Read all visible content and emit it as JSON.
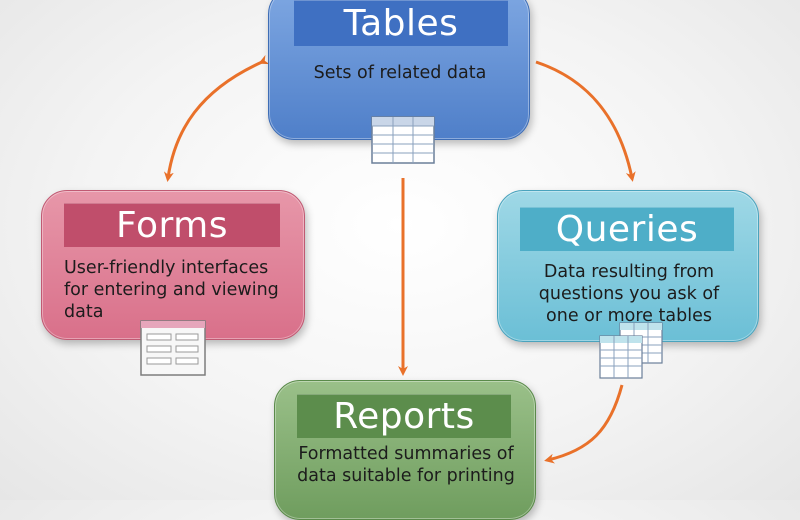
{
  "nodes": {
    "tables": {
      "title": "Tables",
      "description": "Sets of related data",
      "icon": "table-grid-icon",
      "color": "#4f7fc9"
    },
    "forms": {
      "title": "Forms",
      "description_lines": [
        "User-friendly interfaces",
        "for entering and viewing",
        "data"
      ],
      "icon": "form-window-icon",
      "color": "#d9708a"
    },
    "queries": {
      "title": "Queries",
      "description_lines": [
        "Data resulting from",
        "questions you ask of",
        "one or more tables"
      ],
      "icon": "stacked-tables-icon",
      "color": "#6bbfd6"
    },
    "reports": {
      "title": "Reports",
      "description_lines": [
        "Formatted summaries of",
        "data suitable for printing"
      ],
      "icon": "",
      "color": "#6f9d5e"
    }
  },
  "arrow_color": "#e9712a"
}
